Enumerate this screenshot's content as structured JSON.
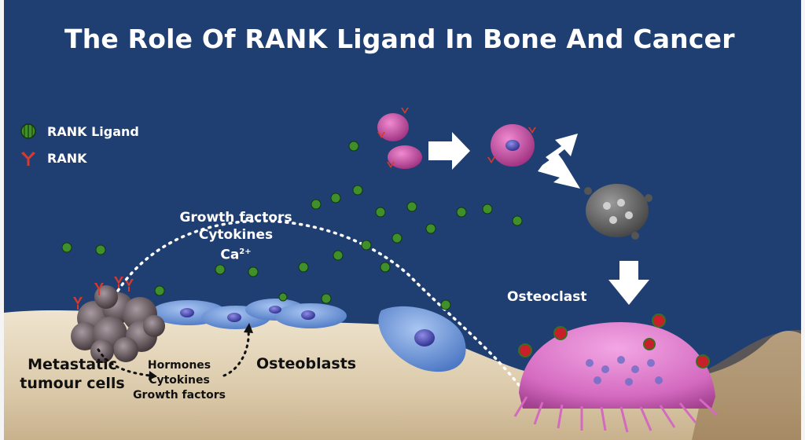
{
  "title": "The Role Of RANK Ligand In Bone And Cancer",
  "legend": [
    {
      "label": "RANK Ligand",
      "icon": "rank-ligand-icon"
    },
    {
      "label": "RANK",
      "icon": "rank-receptor-icon"
    }
  ],
  "labels": {
    "growth_factors_top": "Growth factors",
    "cytokines_top": "Cytokines",
    "ca_top": "Ca",
    "ca_sup": "2+",
    "osteoclast": "Osteoclast",
    "osteoblasts": "Osteoblasts",
    "metastatic_line1": "Metastatic",
    "metastatic_line2": "tumour cells",
    "hormones": "Hormones",
    "cytokines_bottom": "Cytokines",
    "growth_factors_bottom": "Growth factors"
  },
  "colors": {
    "background": "#1f3f72",
    "bone": "#e3d5bc",
    "ligand": "#3f8f2a",
    "rank": "#d8392c",
    "osteoblast": "#7aa2e0",
    "osteoclast": "#d86fc4",
    "precursor": "#c0509a",
    "tumour": "#6a5a60"
  }
}
